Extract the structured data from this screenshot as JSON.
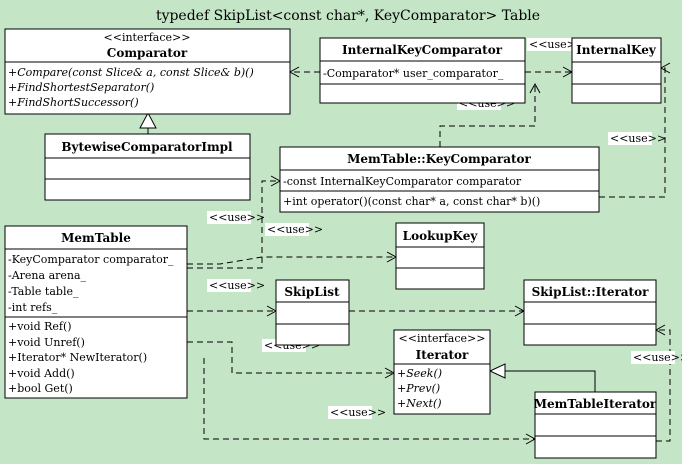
{
  "caption": "typedef SkipList<const char*, KeyComparator> Table",
  "use_label": "<<use>>",
  "interface_stereotype": "<<interface>>",
  "comparator": {
    "name": "Comparator",
    "methods": [
      "+Compare(const Slice& a, const Slice& b)()",
      "+FindShortestSeparator()",
      "+FindShortSuccessor()"
    ]
  },
  "bytewise": {
    "name": "BytewiseComparatorImpl"
  },
  "internal_key_comparator": {
    "name": "InternalKeyComparator",
    "attributes": [
      "-Comparator* user_comparator_"
    ]
  },
  "internal_key": {
    "name": "InternalKey"
  },
  "memtable_key_comparator": {
    "name": "MemTable::KeyComparator",
    "attributes": [
      "-const InternalKeyComparator comparator"
    ],
    "methods": [
      "+int operator()(const char* a, const char* b)()"
    ]
  },
  "memtable": {
    "name": "MemTable",
    "attributes": [
      "-KeyComparator comparator_",
      "-Arena arena_",
      "-Table table_",
      "-int refs_"
    ],
    "methods": [
      "+void Ref()",
      "+void Unref()",
      "+Iterator* NewIterator()",
      "+void Add()",
      "+bool Get()"
    ]
  },
  "lookup_key": {
    "name": "LookupKey"
  },
  "skiplist": {
    "name": "SkipList"
  },
  "skiplist_iterator": {
    "name": "SkipList::Iterator"
  },
  "iterator": {
    "name": "Iterator",
    "methods": [
      "+Seek()",
      "+Prev()",
      "+Next()"
    ]
  },
  "memtable_iterator": {
    "name": "MemTableIterator"
  }
}
